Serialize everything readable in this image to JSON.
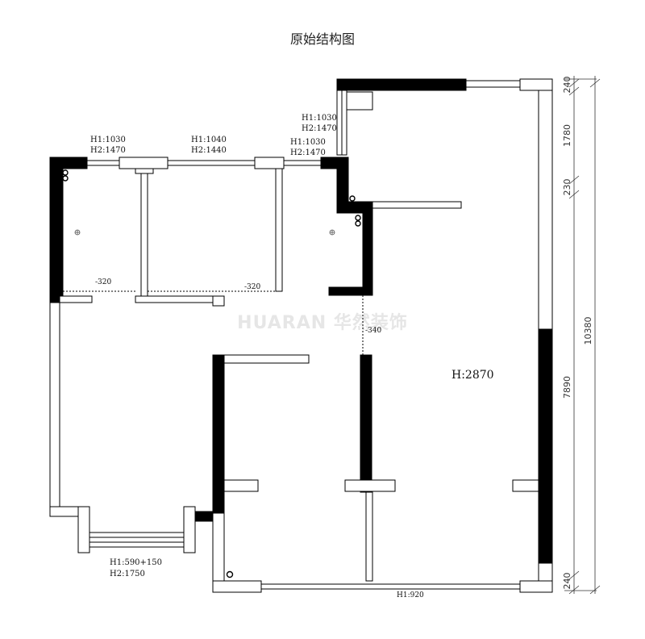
{
  "title": "原始结构图",
  "watermark": "HUARAN 华然装饰",
  "ceiling_height": "H:2870",
  "windows": [
    {
      "h1": "H1:1030",
      "h2": "H2:1470"
    },
    {
      "h1": "H1:1040",
      "h2": "H2:1440"
    },
    {
      "h1": "H1:1030",
      "h2": "H2:1470"
    },
    {
      "h1": "H1:1030",
      "h2": "H2:1470"
    },
    {
      "h1": "H1:590+150",
      "h2": "H2:1750"
    }
  ],
  "bottom_window_partial": "H1:920",
  "beams": [
    "-320",
    "-320",
    "-340"
  ],
  "right_dimensions": [
    "240",
    "1780",
    "230",
    "7890",
    "240"
  ],
  "total_dimension": "10380"
}
